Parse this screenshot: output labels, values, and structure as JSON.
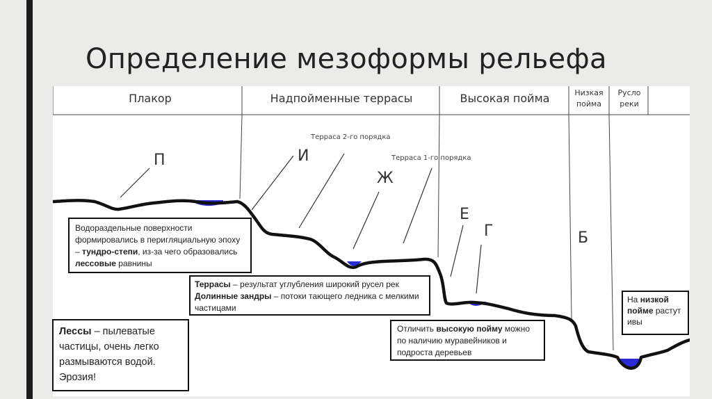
{
  "slide": {
    "title": "Определение мезоформы рельефа"
  },
  "diagram": {
    "headers": {
      "plakor": "Плакор",
      "terraces": "Надпойменные террасы",
      "high_floodplain": "Высокая пойма",
      "low_floodplain": "Низкая пойма",
      "riverbed": "Русло реки"
    },
    "terrace_labels": {
      "second": "Терраса 2-го порядка",
      "first": "Терраса 1-го порядка"
    },
    "letters": {
      "p": "П",
      "i": "И",
      "zh": "Ж",
      "e": "Е",
      "g": "Г",
      "b": "Б"
    },
    "water_color": "#2a2ad6",
    "line_color": "#111111"
  },
  "notes": {
    "watershed": {
      "text_1": "Водораздельные поверхности формировались в перигляциальную эпоху – ",
      "bold_1": "тундро-степи",
      "text_2": ", из-за чего образовались ",
      "bold_2": "лессовые",
      "text_3": " равнины"
    },
    "terraces": {
      "bold_1": "Террасы",
      "text_1": " – результат углубления широкий русел рек",
      "bold_2": "Долинные зандры",
      "text_2": " – потоки тающего ледника с мелкими частицами"
    },
    "loess": {
      "bold_1": "Лессы",
      "text_1": " – пылеватые частицы, очень легко размываются водой. Эрозия!"
    },
    "high_floodplain": {
      "text_1": "Отличить ",
      "bold_1": "высокую пойму",
      "text_2": " можно по наличию муравейников и подроста деревьев"
    },
    "low_floodplain": {
      "text_1": "На ",
      "bold_1": "низкой пойме",
      "text_2": " растут ивы"
    }
  }
}
